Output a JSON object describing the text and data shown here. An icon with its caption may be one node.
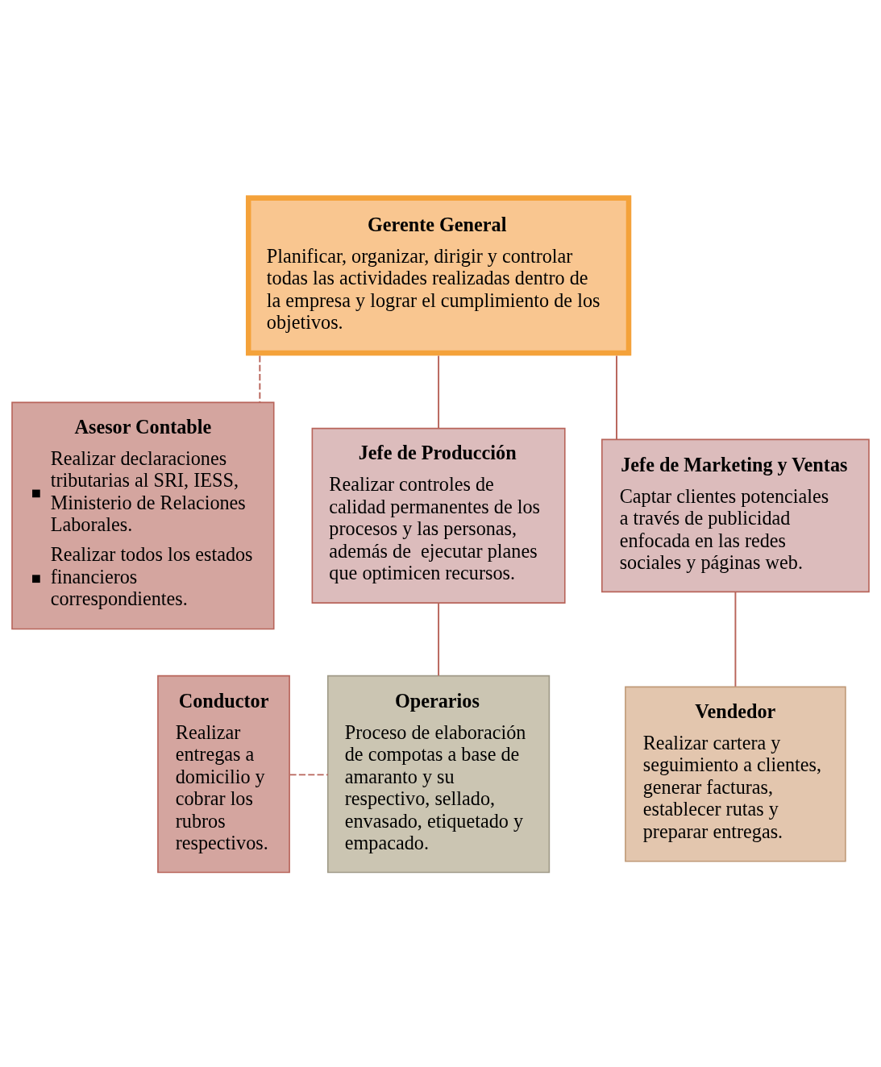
{
  "diagram": {
    "nodes": [
      {
        "text": [
          "Gerente General",
          "Planificar, organizar, dirigir y controlar todas las actividades realizadas dentro de la empresa y lograr el cumplimiento de los objetivos."
        ]
      },
      {
        "text": [
          "Asesor Contable",
          "Realizar declaraciones tributarias al SRI, IESS, Ministerio de Relaciones Laborales.",
          "Realizar todos los estados financieros correspondientes."
        ]
      },
      {
        "text": [
          "Jefe de Producción",
          "Realizar controles de calidad permanentes de los procesos y las personas, además de  ejecutar planes que optimicen recursos."
        ]
      },
      {
        "text": [
          "Jefe de Marketing y Ventas",
          "Captar clientes potenciales a través de publicidad enfocada en las redes sociales y páginas web."
        ]
      },
      {
        "text": [
          "Conductor",
          "Realizar entregas a domicilio y cobrar los rubros respectivos."
        ]
      },
      {
        "text": [
          "Operarios",
          "Proceso de elaboración de compotas a base de amaranto y su respectivo, sellado, envasado, etiquetado y empacado."
        ]
      },
      {
        "text": [
          "Vendedor",
          "Realizar cartera y seguimiento a clientes, generar facturas, establecer rutas y preparar entregas."
        ]
      }
    ],
    "edges": [
      {
        "from": 0,
        "to": 1,
        "arrow": "none",
        "style": "dashed"
      },
      {
        "from": 0,
        "to": 2,
        "arrow": "none"
      },
      {
        "from": 0,
        "to": 3,
        "arrow": "none"
      },
      {
        "from": 2,
        "to": 5,
        "arrow": "none"
      },
      {
        "from": 4,
        "to": 5,
        "arrow": "none",
        "style": "dashed"
      },
      {
        "from": 3,
        "to": 6,
        "arrow": "none"
      }
    ]
  }
}
